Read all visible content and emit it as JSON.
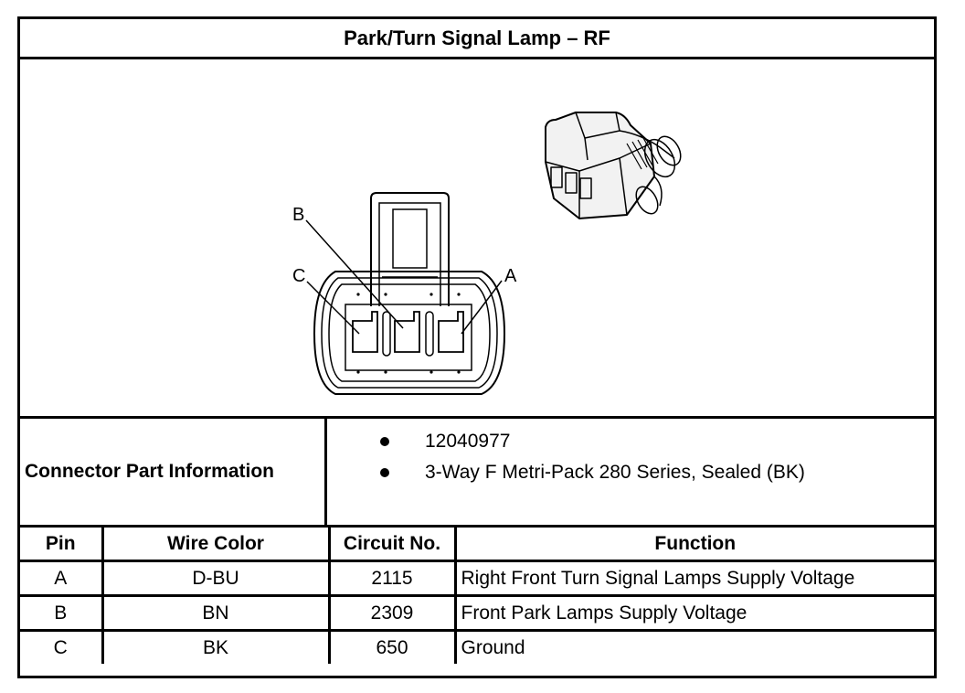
{
  "title": "Park/Turn Signal Lamp – RF",
  "figure": {
    "pin_labels": {
      "a": "A",
      "b": "B",
      "c": "C"
    },
    "icons": [
      "connector-face-drawing",
      "connector-3d-drawing"
    ]
  },
  "connector_info": {
    "label": "Connector Part Information",
    "items": [
      "12040977",
      "3-Way F Metri-Pack 280 Series, Sealed (BK)"
    ]
  },
  "pin_table": {
    "headers": [
      "Pin",
      "Wire Color",
      "Circuit No.",
      "Function"
    ],
    "rows": [
      [
        "A",
        "D-BU",
        "2115",
        "Right Front Turn Signal Lamps Supply Voltage"
      ],
      [
        "B",
        "BN",
        "2309",
        "Front Park Lamps Supply Voltage"
      ],
      [
        "C",
        "BK",
        "650",
        "Ground"
      ]
    ]
  }
}
